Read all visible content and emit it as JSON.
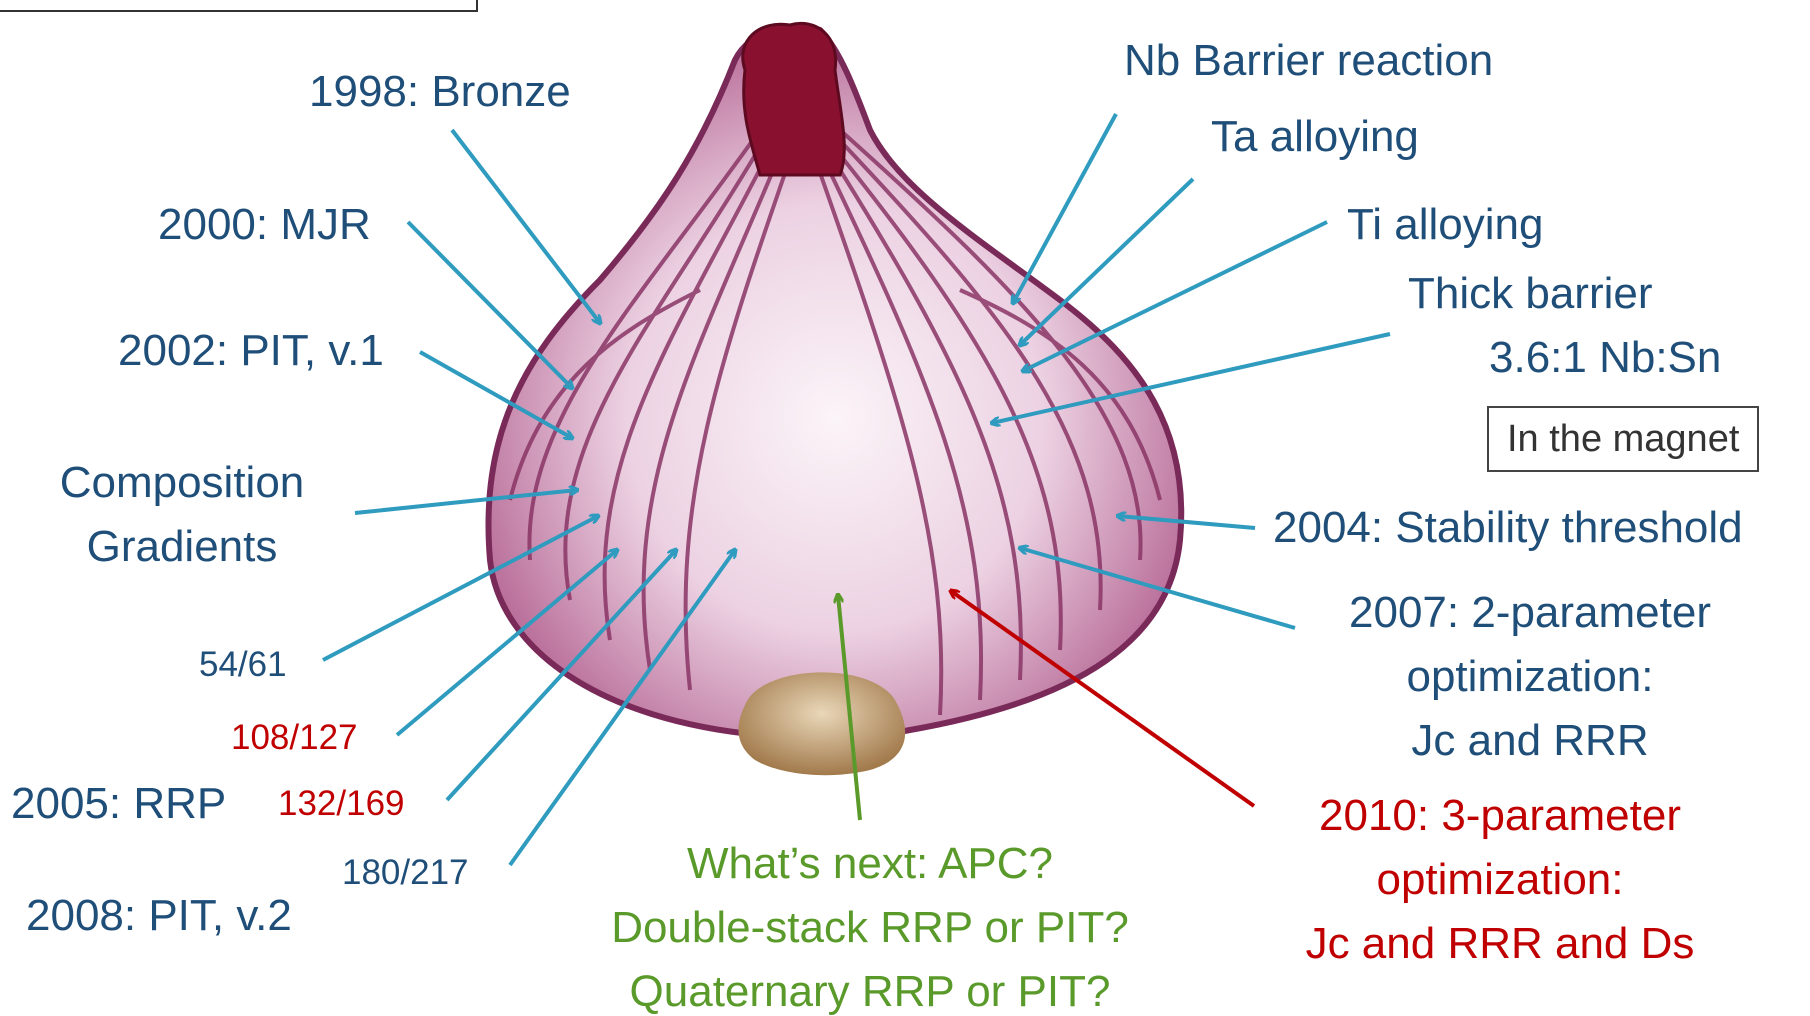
{
  "labels": {
    "bronze_1998": "1998: Bronze",
    "mjr_2000": "2000: MJR",
    "pit_v1_2002": "2002: PIT, v.1",
    "composition_gradients": [
      "Composition",
      "Gradients"
    ],
    "count_54_61": "54/61",
    "count_108_127": "108/127",
    "count_132_169": "132/169",
    "count_180_217": "180/217",
    "rrp_2005": "2005: RRP",
    "pit_v2_2008": "2008: PIT, v.2",
    "nb_barrier_reaction": "Nb Barrier reaction",
    "ta_alloying": "Ta alloying",
    "ti_alloying": "Ti alloying",
    "thick_barrier": "Thick barrier",
    "nb_sn_ratio": "3.6:1 Nb:Sn",
    "in_the_magnet": "In the magnet",
    "stability_2004": "2004: Stability threshold",
    "optimization_2007": [
      "2007: 2-parameter",
      "optimization:",
      "Jc and RRR"
    ],
    "optimization_2010": [
      "2010: 3-parameter",
      "optimization:",
      "Jc and RRR and Ds"
    ],
    "whats_next": [
      "What’s next: APC?",
      "Double-stack RRP or PIT?",
      "Quaternary RRP or PIT?"
    ]
  },
  "colors": {
    "blue_text": "#1f4e79",
    "red_text": "#c00000",
    "green_text": "#5a9a2a",
    "teal_arrow": "#2e9bbf",
    "red_arrow": "#c00000",
    "green_arrow": "#5a9a2a",
    "onion_flesh": "#e8c7dc",
    "onion_ring": "#8a3566"
  }
}
